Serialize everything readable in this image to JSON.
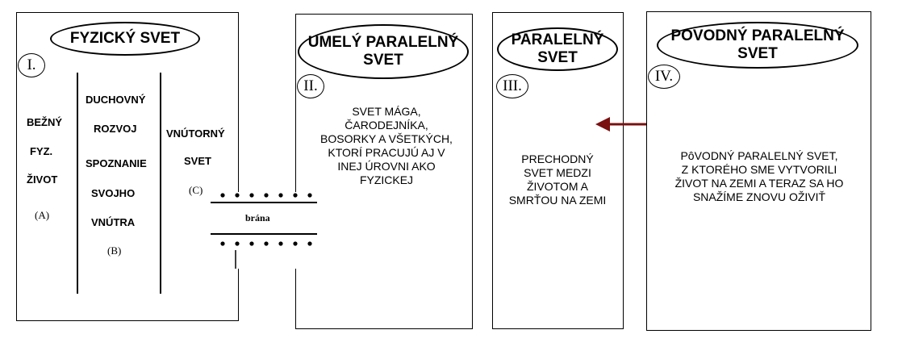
{
  "panel1": {
    "title": "FYZICKÝ SVET",
    "numeral": "I.",
    "col1": [
      "BEŽNÝ",
      "FYZ.",
      "ŽIVOT"
    ],
    "col1_label": "(A)",
    "col2": [
      "DUCHOVNÝ",
      "ROZVOJ",
      "SPOZNANIE",
      "SVOJHO",
      "VNÚTRA"
    ],
    "col2_label": "(B)",
    "col3": [
      "VNÚTORNÝ",
      "SVET"
    ],
    "col3_label": "(C)"
  },
  "gate": {
    "label": "brána"
  },
  "panel2": {
    "title": "UMELÝ PARALELNÝ\nSVET",
    "numeral": "II.",
    "description": "SVET MÁGA,\nČARODEJNÍKA,\nBOSORKY A VŠETKÝCH,\nKTORÍ PRACUJÚ AJ V\nINEJ ÚROVNI AKO\nFYZICKEJ"
  },
  "panel3": {
    "title": "PARALELNÝ\nSVET",
    "numeral": "III.",
    "description": "PRECHODNÝ\nSVET MEDZI\nŽIVOTOM A\nSMRŤOU NA ZEMI"
  },
  "panel4": {
    "title": "POVODNÝ PARALELNÝ\nSVET",
    "numeral": "IV.",
    "description": "PôVODNÝ PARALELNÝ SVET,\nZ KTORÉHO SME VYTVORILI\nŽIVOT NA ZEMI A TERAZ SA HO\nSNAŽÍME ZNOVU OŽIVIŤ"
  },
  "colors": {
    "arrow": "#7a1010"
  }
}
